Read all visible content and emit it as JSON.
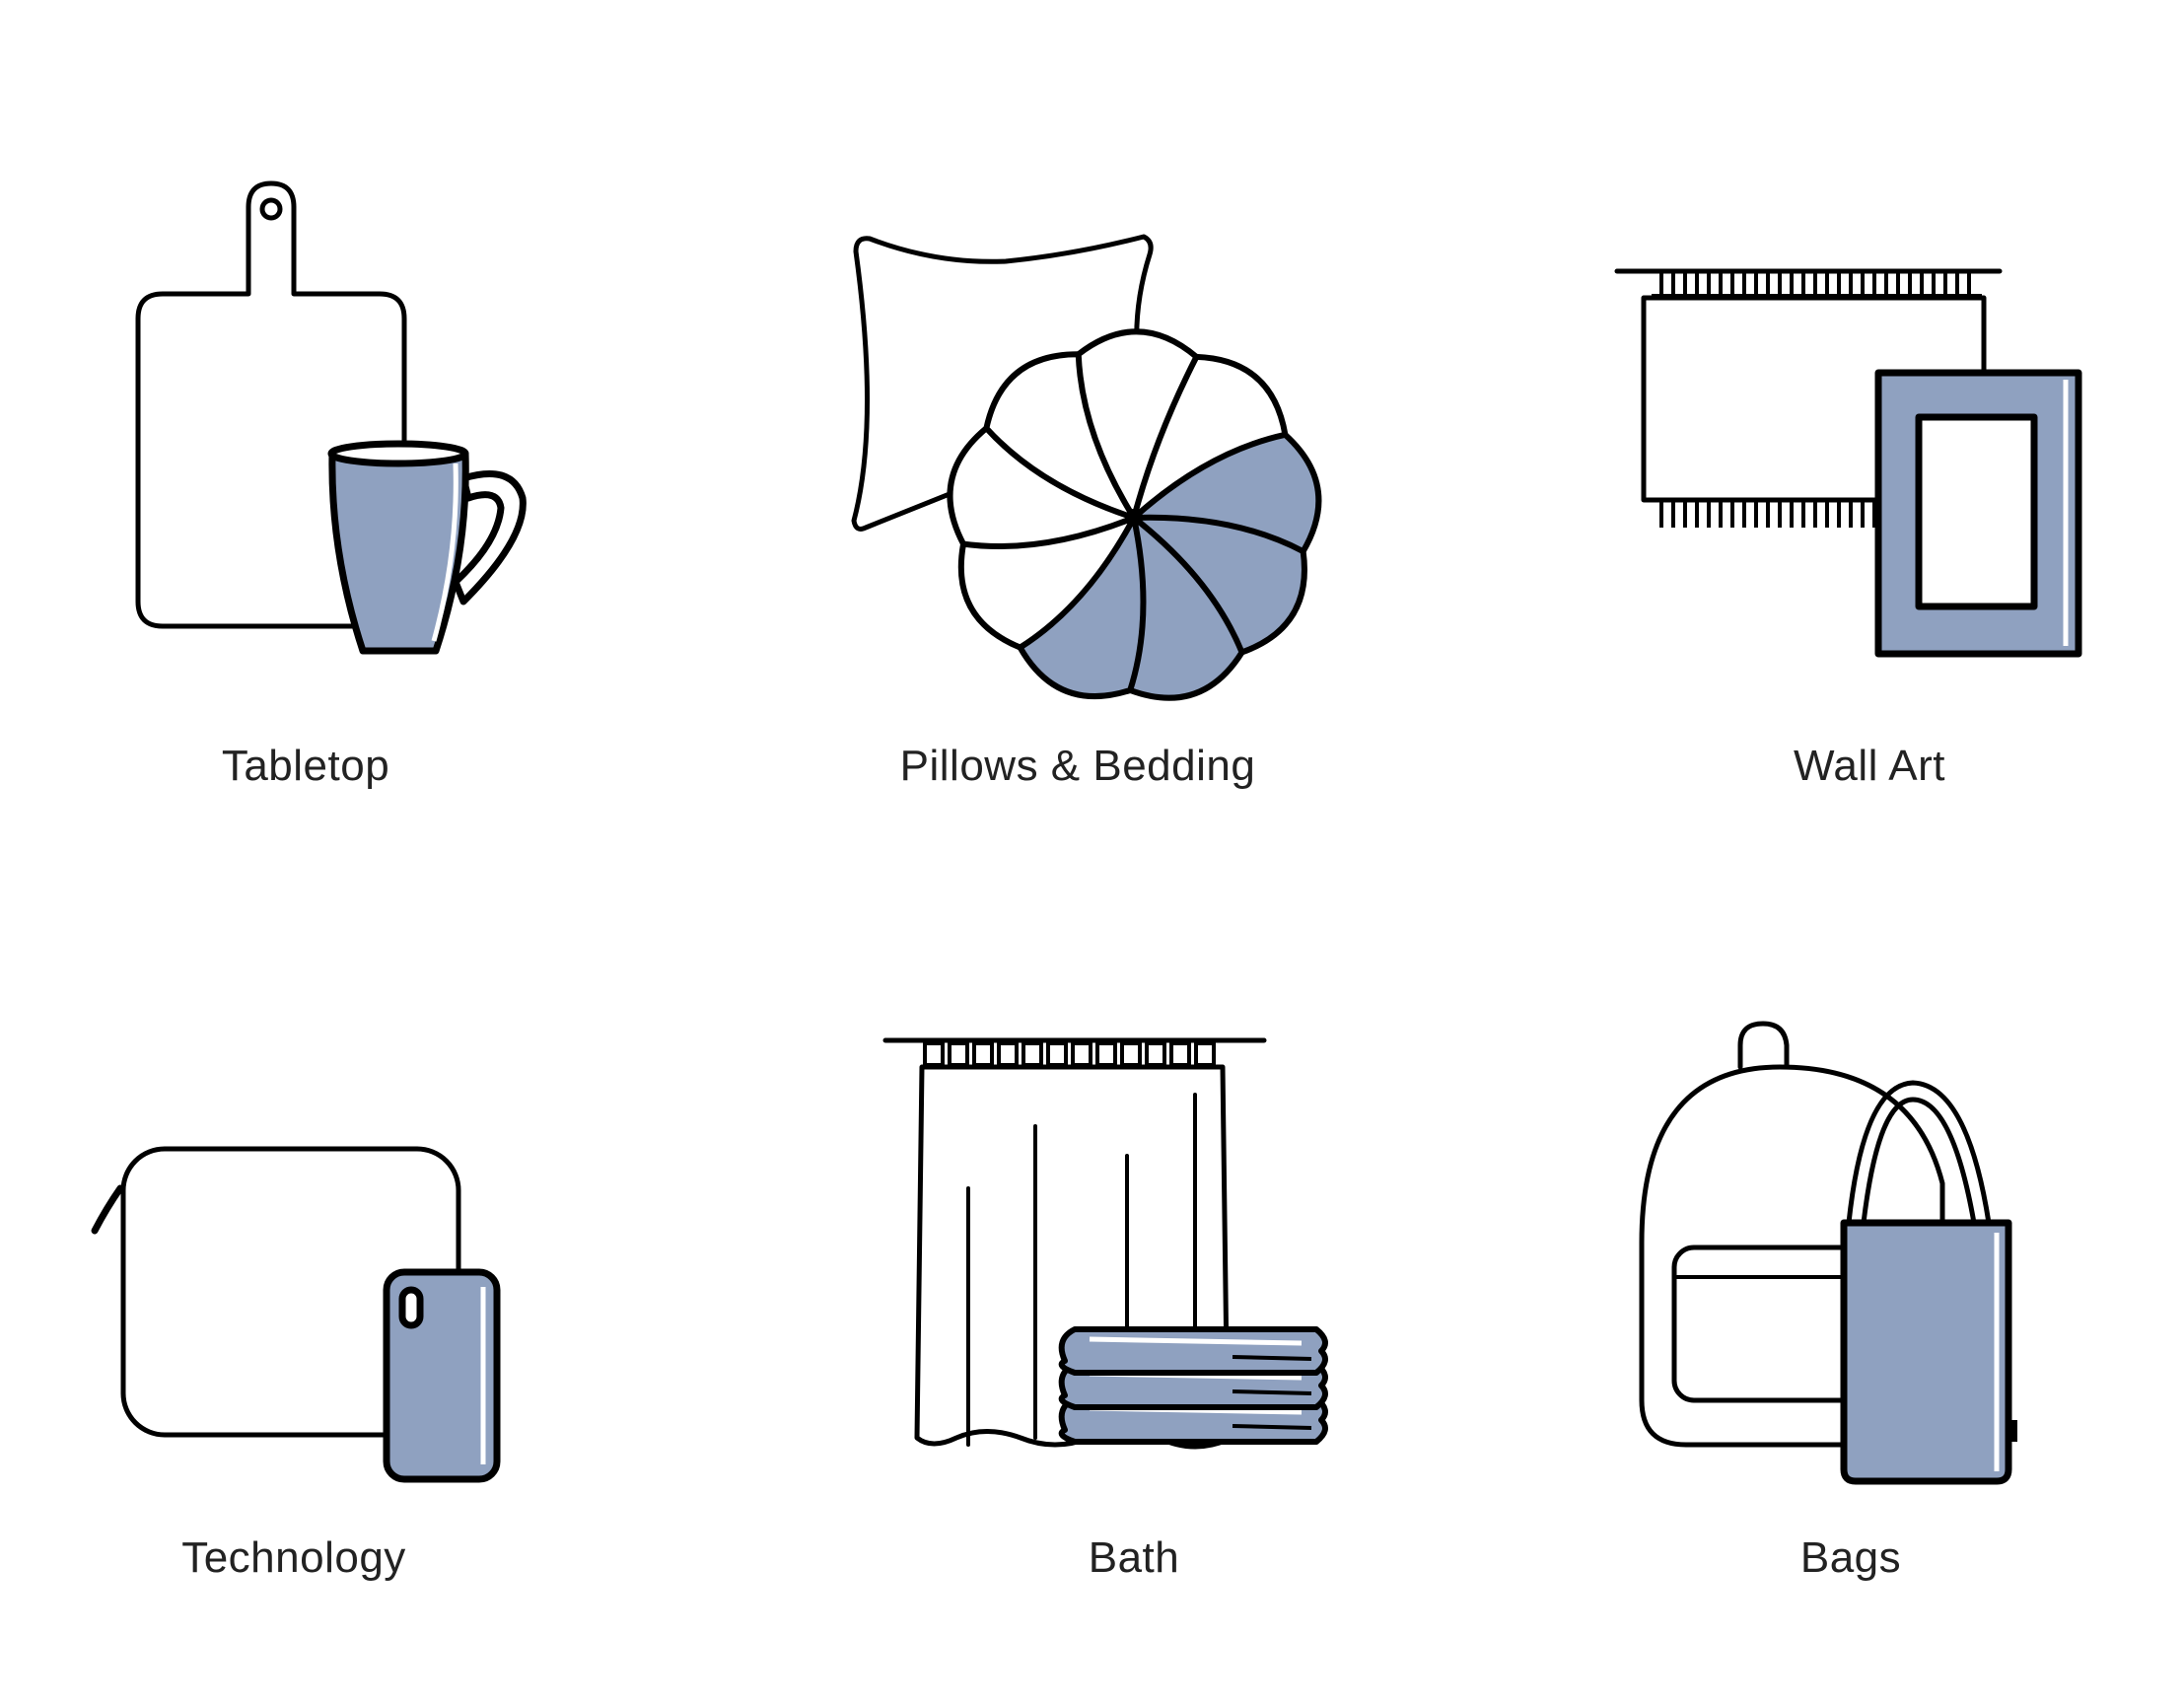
{
  "accent_color": "#8fa1c0",
  "categories": [
    {
      "label": "Tabletop",
      "icon": "cutting-board-and-mug-icon"
    },
    {
      "label": "Pillows & Bedding",
      "icon": "pillows-icon"
    },
    {
      "label": "Wall Art",
      "icon": "tapestry-and-frame-icon"
    },
    {
      "label": "Technology",
      "icon": "laptop-sleeve-and-phone-case-icon"
    },
    {
      "label": "Bath",
      "icon": "shower-curtain-and-towels-icon"
    },
    {
      "label": "Bags",
      "icon": "backpack-and-tote-icon"
    }
  ]
}
